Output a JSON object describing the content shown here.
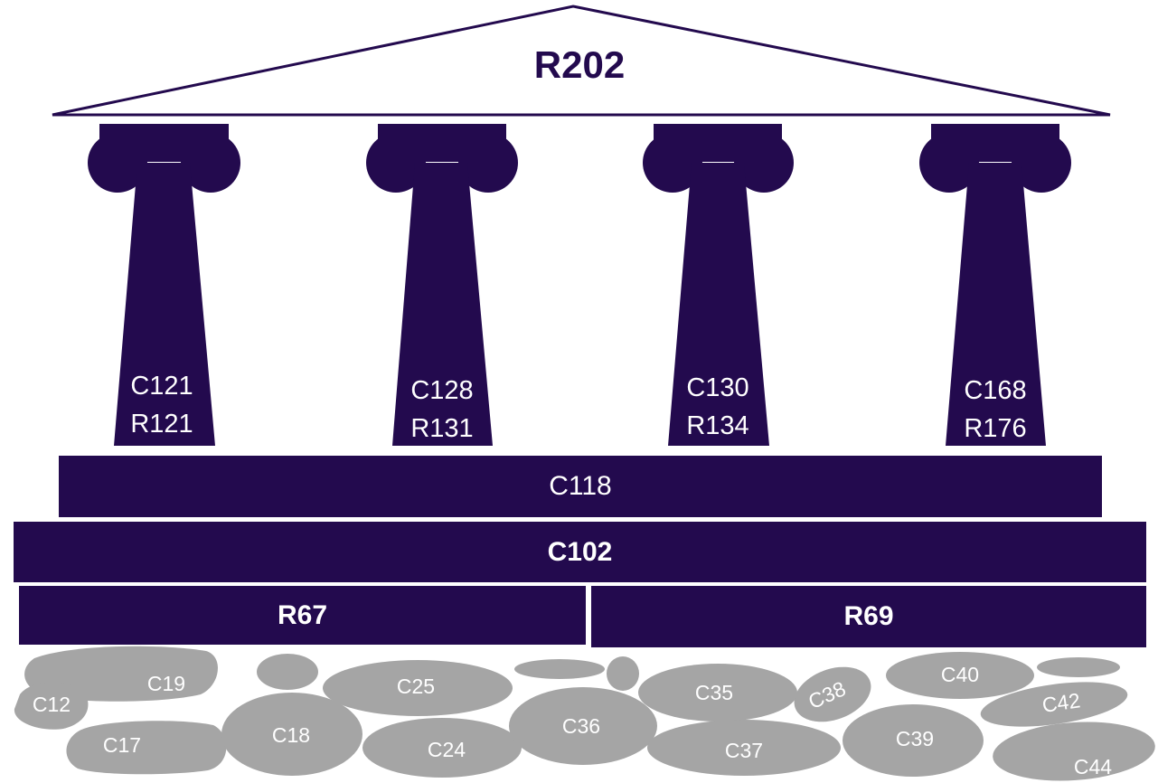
{
  "roof": {
    "label": "R202"
  },
  "pillars": [
    {
      "top": "C121",
      "bottom": "R121"
    },
    {
      "top": "C128",
      "bottom": "R131"
    },
    {
      "top": "C130",
      "bottom": "R134"
    },
    {
      "top": "C168",
      "bottom": "R176"
    }
  ],
  "platform_upper": {
    "label": "C118"
  },
  "platform_middle": {
    "label": "C102"
  },
  "platform_lower": {
    "left": "R67",
    "right": "R69"
  },
  "stones": [
    "C12",
    "C19",
    "C25",
    "C35",
    "C38",
    "C40",
    "C42",
    "C17",
    "C18",
    "C24",
    "C36",
    "C37",
    "C39",
    "C44"
  ],
  "colors": {
    "primary": "#230a4e",
    "stone": "#a5a5a5",
    "background": "#ffffff"
  }
}
